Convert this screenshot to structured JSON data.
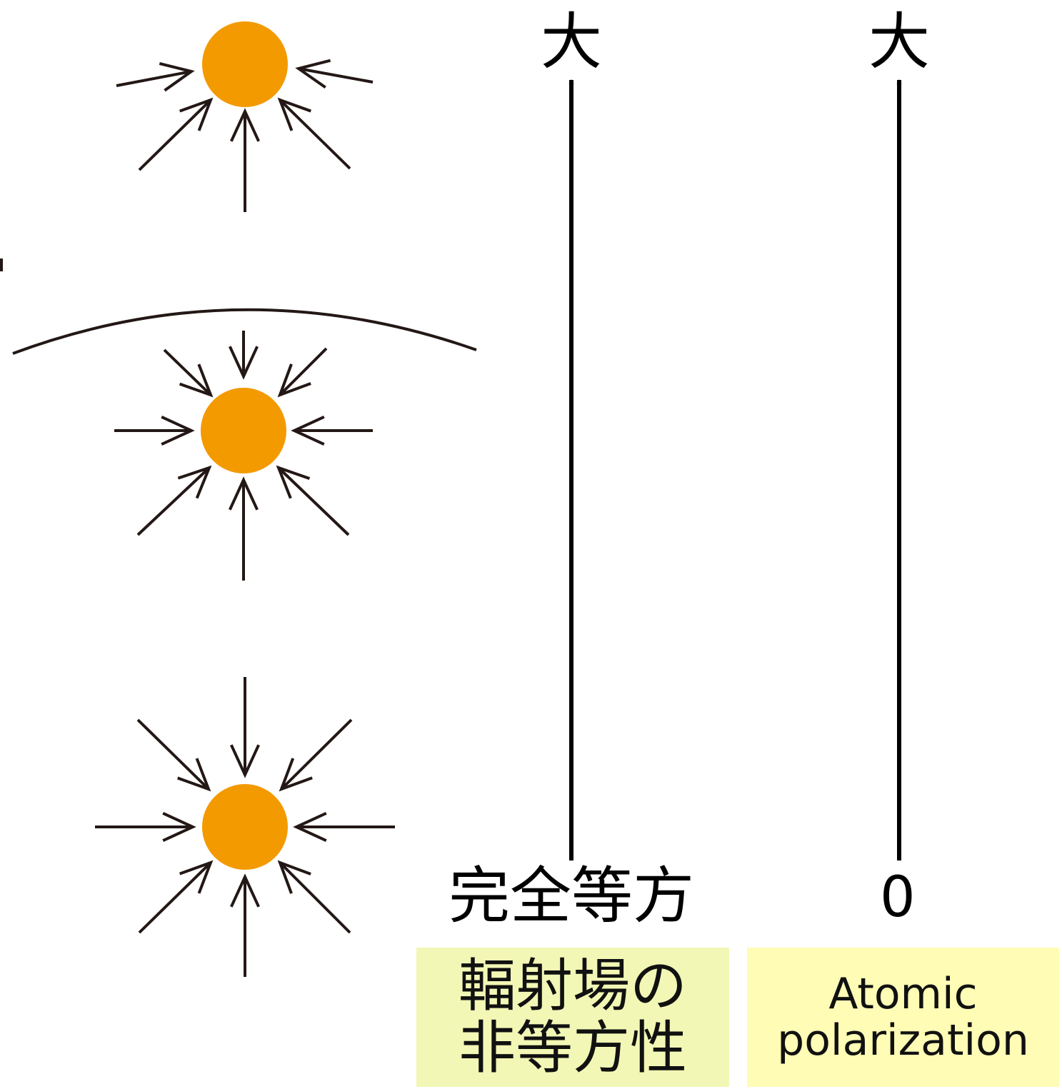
{
  "axes": {
    "anisotropy": {
      "top_label": "大",
      "bottom_label": "完全等方"
    },
    "polarization": {
      "top_label": "大",
      "bottom_label": "0"
    }
  },
  "captions": {
    "anisotropy": {
      "line1": "輻射場の",
      "line2": "非等方性"
    },
    "polarization": {
      "line1": "Atomic",
      "line2": "polarization"
    }
  },
  "colors": {
    "atom": "#F39A00",
    "caption_left_bg": "#F2F7B5",
    "caption_right_bg": "#FFFCB6",
    "stroke": "#231815"
  },
  "icons": {
    "atom": "orange-circle",
    "incident_rays": "arrows-pointing-inward",
    "limb": "arc"
  }
}
